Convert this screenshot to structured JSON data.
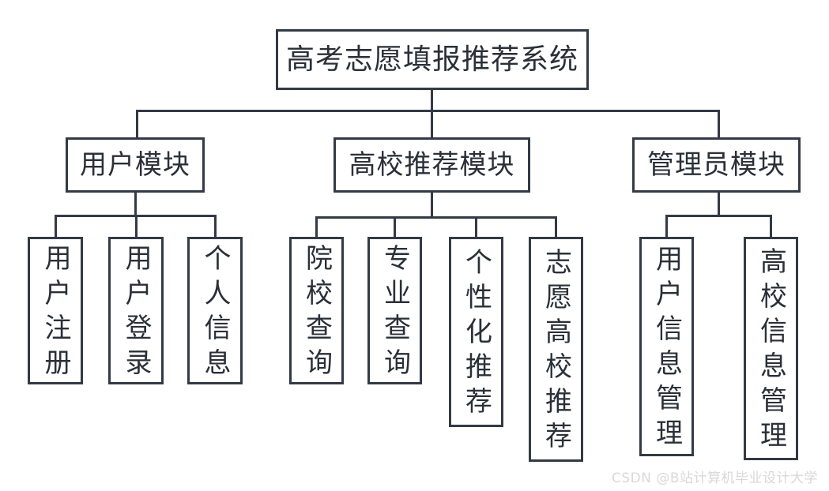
{
  "diagram": {
    "type": "tree-hierarchy",
    "orientation": "top-down",
    "line_color": "#333a45",
    "box_border_color": "#333a45",
    "box_fill_color": "#ffffff",
    "text_color": "#2b2f38",
    "background": "#ffffff"
  },
  "root": {
    "label": "高考志愿填报推荐系统"
  },
  "modules": [
    {
      "label": "用户模块",
      "children": [
        {
          "label": "用户注册"
        },
        {
          "label": "用户登录"
        },
        {
          "label": "个人信息"
        }
      ]
    },
    {
      "label": "高校推荐模块",
      "children": [
        {
          "label": "院校查询"
        },
        {
          "label": "专业查询"
        },
        {
          "label": "个性化推荐"
        },
        {
          "label": "志愿高校推荐"
        }
      ]
    },
    {
      "label": "管理员模块",
      "children": [
        {
          "label": "用户信息管理"
        },
        {
          "label": "高校信息管理"
        }
      ]
    }
  ],
  "watermark": {
    "text": "CSDN @B站计算机毕业设计大学",
    "color": "#d8d8d8"
  }
}
